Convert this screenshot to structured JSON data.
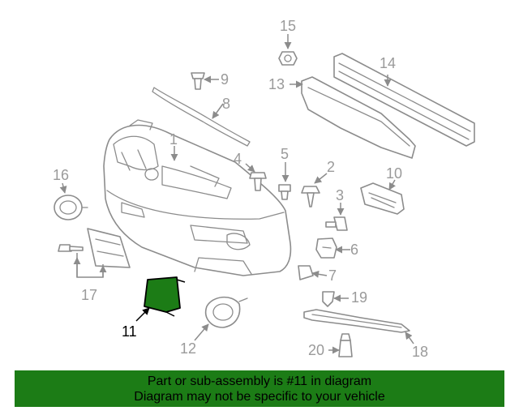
{
  "diagram": {
    "callouts": {
      "c1": "1",
      "c2": "2",
      "c3": "3",
      "c4": "4",
      "c5": "5",
      "c6": "6",
      "c7": "7",
      "c8": "8",
      "c9": "9",
      "c10": "10",
      "c11": "11",
      "c12": "12",
      "c13": "13",
      "c14": "14",
      "c15": "15",
      "c16": "16",
      "c17": "17",
      "c18": "18",
      "c19": "19",
      "c20": "20"
    },
    "highlight_color": "#1c7c16",
    "highlighted_part": "11"
  },
  "banner": {
    "line1": "Part or sub-assembly is #11 in diagram",
    "line2": "Diagram may not be specific to your vehicle",
    "background": "#1c7c16"
  }
}
